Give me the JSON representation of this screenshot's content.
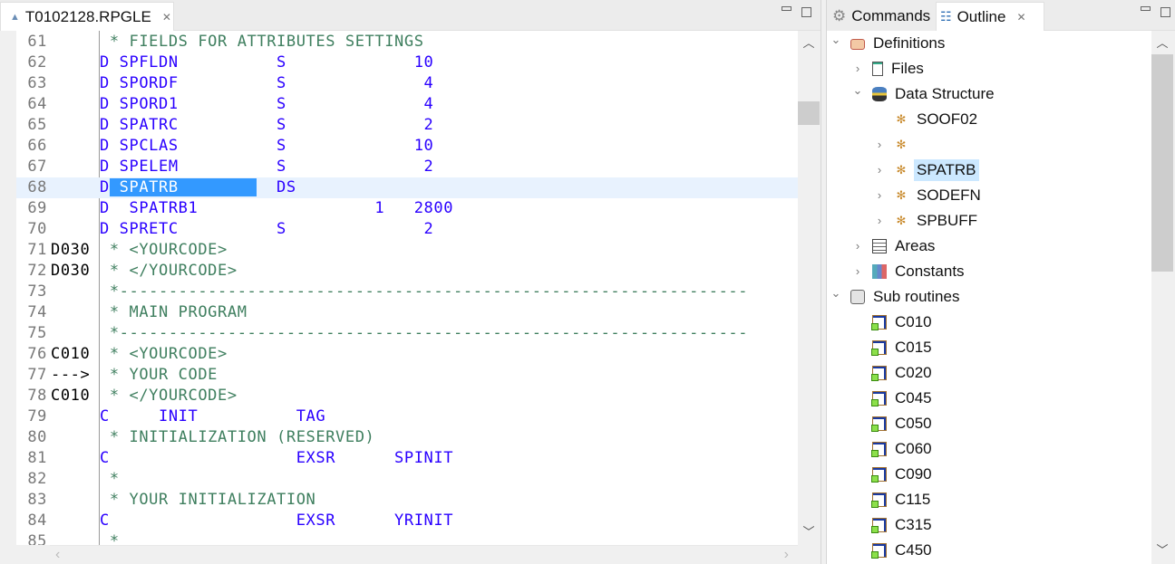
{
  "editor": {
    "tab_title": "T0102128.RPGLE",
    "lines": [
      {
        "n": "61",
        "seq": "",
        "t": " * FIELDS FOR ATTRIBUTES SETTINGS",
        "k": "cmt"
      },
      {
        "n": "62",
        "seq": "",
        "t": "D SPFLDN          S             10",
        "k": "spec"
      },
      {
        "n": "63",
        "seq": "",
        "t": "D SPORDF          S              4",
        "k": "spec"
      },
      {
        "n": "64",
        "seq": "",
        "t": "D SPORD1          S              4",
        "k": "spec"
      },
      {
        "n": "65",
        "seq": "",
        "t": "D SPATRC          S              2",
        "k": "spec"
      },
      {
        "n": "66",
        "seq": "",
        "t": "D SPCLAS          S             10",
        "k": "spec"
      },
      {
        "n": "67",
        "seq": "",
        "t": "D SPELEM          S              2",
        "k": "spec"
      },
      {
        "n": "68",
        "seq": "",
        "t": "D",
        "sel": " SPATRB        ",
        "rest": "  DS",
        "k": "spec",
        "current": true
      },
      {
        "n": "69",
        "seq": "",
        "t": "D  SPATRB1                  1   2800",
        "k": "spec"
      },
      {
        "n": "70",
        "seq": "",
        "t": "D SPRETC          S              2",
        "k": "spec"
      },
      {
        "n": "71",
        "seq": "D030",
        "t": " * <YOURCODE>",
        "k": "cmt"
      },
      {
        "n": "72",
        "seq": "D030",
        "t": " * </YOURCODE>",
        "k": "cmt"
      },
      {
        "n": "73",
        "seq": "",
        "t": " *----------------------------------------------------------------",
        "k": "cmt"
      },
      {
        "n": "74",
        "seq": "",
        "t": " * MAIN PROGRAM",
        "k": "cmt"
      },
      {
        "n": "75",
        "seq": "",
        "t": " *----------------------------------------------------------------",
        "k": "cmt"
      },
      {
        "n": "76",
        "seq": "C010",
        "t": " * <YOURCODE>",
        "k": "cmt"
      },
      {
        "n": "77",
        "seq": "--->",
        "t": " * YOUR CODE",
        "k": "cmt"
      },
      {
        "n": "78",
        "seq": "C010",
        "t": " * </YOURCODE>",
        "k": "cmt"
      },
      {
        "n": "79",
        "seq": "",
        "t": "C     INIT          TAG",
        "k": "spec"
      },
      {
        "n": "80",
        "seq": "",
        "t": " * INITIALIZATION (RESERVED)",
        "k": "cmt"
      },
      {
        "n": "81",
        "seq": "",
        "t": "C                   EXSR      SPINIT",
        "k": "spec"
      },
      {
        "n": "82",
        "seq": "",
        "t": " *",
        "k": "cmt"
      },
      {
        "n": "83",
        "seq": "",
        "t": " * YOUR INITIALIZATION",
        "k": "cmt"
      },
      {
        "n": "84",
        "seq": "",
        "t": "C                   EXSR      YRINIT",
        "k": "spec"
      },
      {
        "n": "85",
        "seq": "",
        "t": " *",
        "k": "cmt"
      }
    ]
  },
  "outline": {
    "tabs": [
      {
        "label": "Commands",
        "icon": "gear-icon"
      },
      {
        "label": "Outline",
        "icon": "outline-icon"
      }
    ],
    "nodes": [
      {
        "label": "Definitions",
        "level": 0,
        "exp": "open",
        "icon": "definitions-folder-icon"
      },
      {
        "label": "Files",
        "level": 1,
        "exp": "closed",
        "icon": "file-icon"
      },
      {
        "label": "Data Structure",
        "level": 1,
        "exp": "open",
        "icon": "database-icon"
      },
      {
        "label": "SOOF02",
        "level": 2,
        "exp": "none",
        "icon": "cog-icon"
      },
      {
        "label": "",
        "level": 2,
        "exp": "closed",
        "icon": "cog-icon"
      },
      {
        "label": "SPATRB",
        "level": 2,
        "exp": "closed",
        "icon": "cog-icon",
        "selected": true
      },
      {
        "label": "SODEFN",
        "level": 2,
        "exp": "closed",
        "icon": "cog-icon"
      },
      {
        "label": "SPBUFF",
        "level": 2,
        "exp": "closed",
        "icon": "cog-icon"
      },
      {
        "label": "Areas",
        "level": 1,
        "exp": "closed",
        "icon": "areas-icon"
      },
      {
        "label": "Constants",
        "level": 1,
        "exp": "closed",
        "icon": "constants-icon"
      },
      {
        "label": "Sub routines",
        "level": 0,
        "exp": "open",
        "icon": "subroutines-icon"
      },
      {
        "label": "C010",
        "level": 1,
        "exp": "none",
        "icon": "subroutine-icon"
      },
      {
        "label": "C015",
        "level": 1,
        "exp": "none",
        "icon": "subroutine-icon"
      },
      {
        "label": "C020",
        "level": 1,
        "exp": "none",
        "icon": "subroutine-icon"
      },
      {
        "label": "C045",
        "level": 1,
        "exp": "none",
        "icon": "subroutine-icon"
      },
      {
        "label": "C050",
        "level": 1,
        "exp": "none",
        "icon": "subroutine-icon"
      },
      {
        "label": "C060",
        "level": 1,
        "exp": "none",
        "icon": "subroutine-icon"
      },
      {
        "label": "C090",
        "level": 1,
        "exp": "none",
        "icon": "subroutine-icon"
      },
      {
        "label": "C115",
        "level": 1,
        "exp": "none",
        "icon": "subroutine-icon"
      },
      {
        "label": "C315",
        "level": 1,
        "exp": "none",
        "icon": "subroutine-icon"
      },
      {
        "label": "C450",
        "level": 1,
        "exp": "none",
        "icon": "subroutine-icon"
      }
    ]
  }
}
